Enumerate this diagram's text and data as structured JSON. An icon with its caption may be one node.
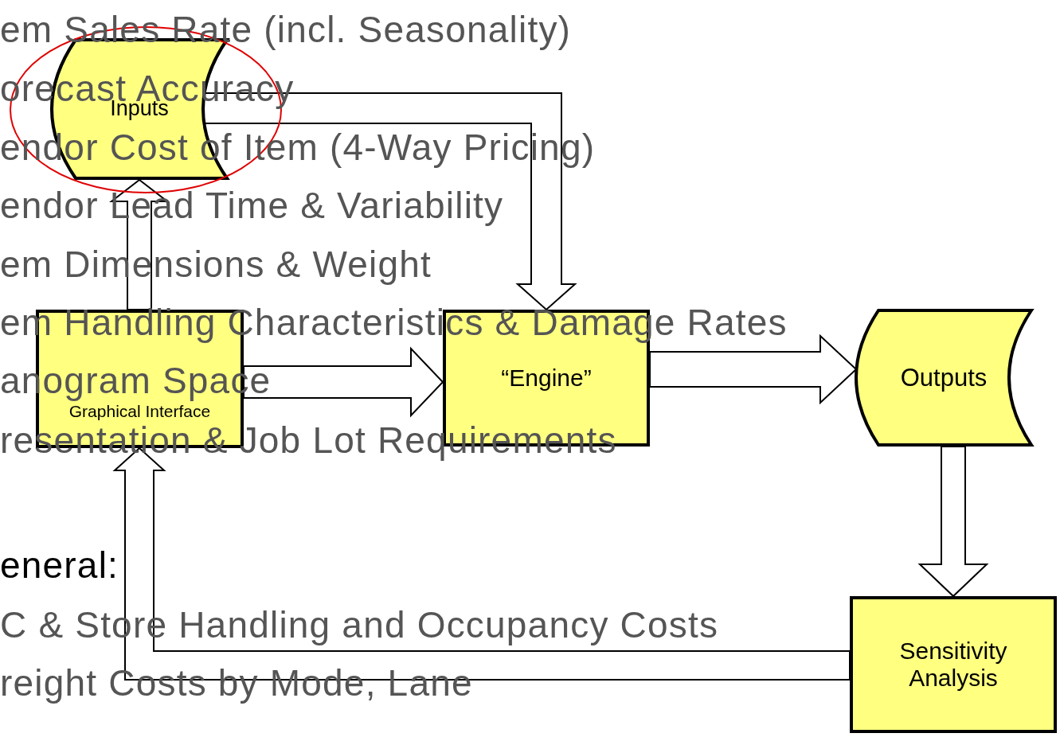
{
  "diagram": {
    "nodes": [
      {
        "text": [
          "Inputs"
        ]
      },
      {
        "text": [
          "Graphical Interface"
        ]
      },
      {
        "text": [
          "“Engine”"
        ]
      },
      {
        "text": [
          "Outputs"
        ]
      },
      {
        "text": [
          "Sensitivity Analysis"
        ]
      }
    ],
    "edges": [
      {
        "from": 1,
        "to": 0,
        "arrow": "to"
      },
      {
        "from": 0,
        "to": 2,
        "arrow": "to"
      },
      {
        "from": 1,
        "to": 2,
        "arrow": "to"
      },
      {
        "from": 2,
        "to": 3,
        "arrow": "to"
      },
      {
        "from": 3,
        "to": 4,
        "arrow": "to"
      },
      {
        "from": 4,
        "to": 1,
        "arrow": "to"
      }
    ],
    "labels": [
      "em Sales Rate (incl. Seasonality)",
      "orecast Accuracy",
      "endor Cost of Item (4-Way Pricing)",
      "endor Lead Time & Variability",
      "em Dimensions & Weight",
      "em Handling Characteristics & Damage Rates",
      "anogram Space",
      "resentation & Job Lot Requirements",
      "eneral:",
      "C & Store Handling and Occupancy Costs",
      "reight Costs by Mode, Lane"
    ]
  }
}
